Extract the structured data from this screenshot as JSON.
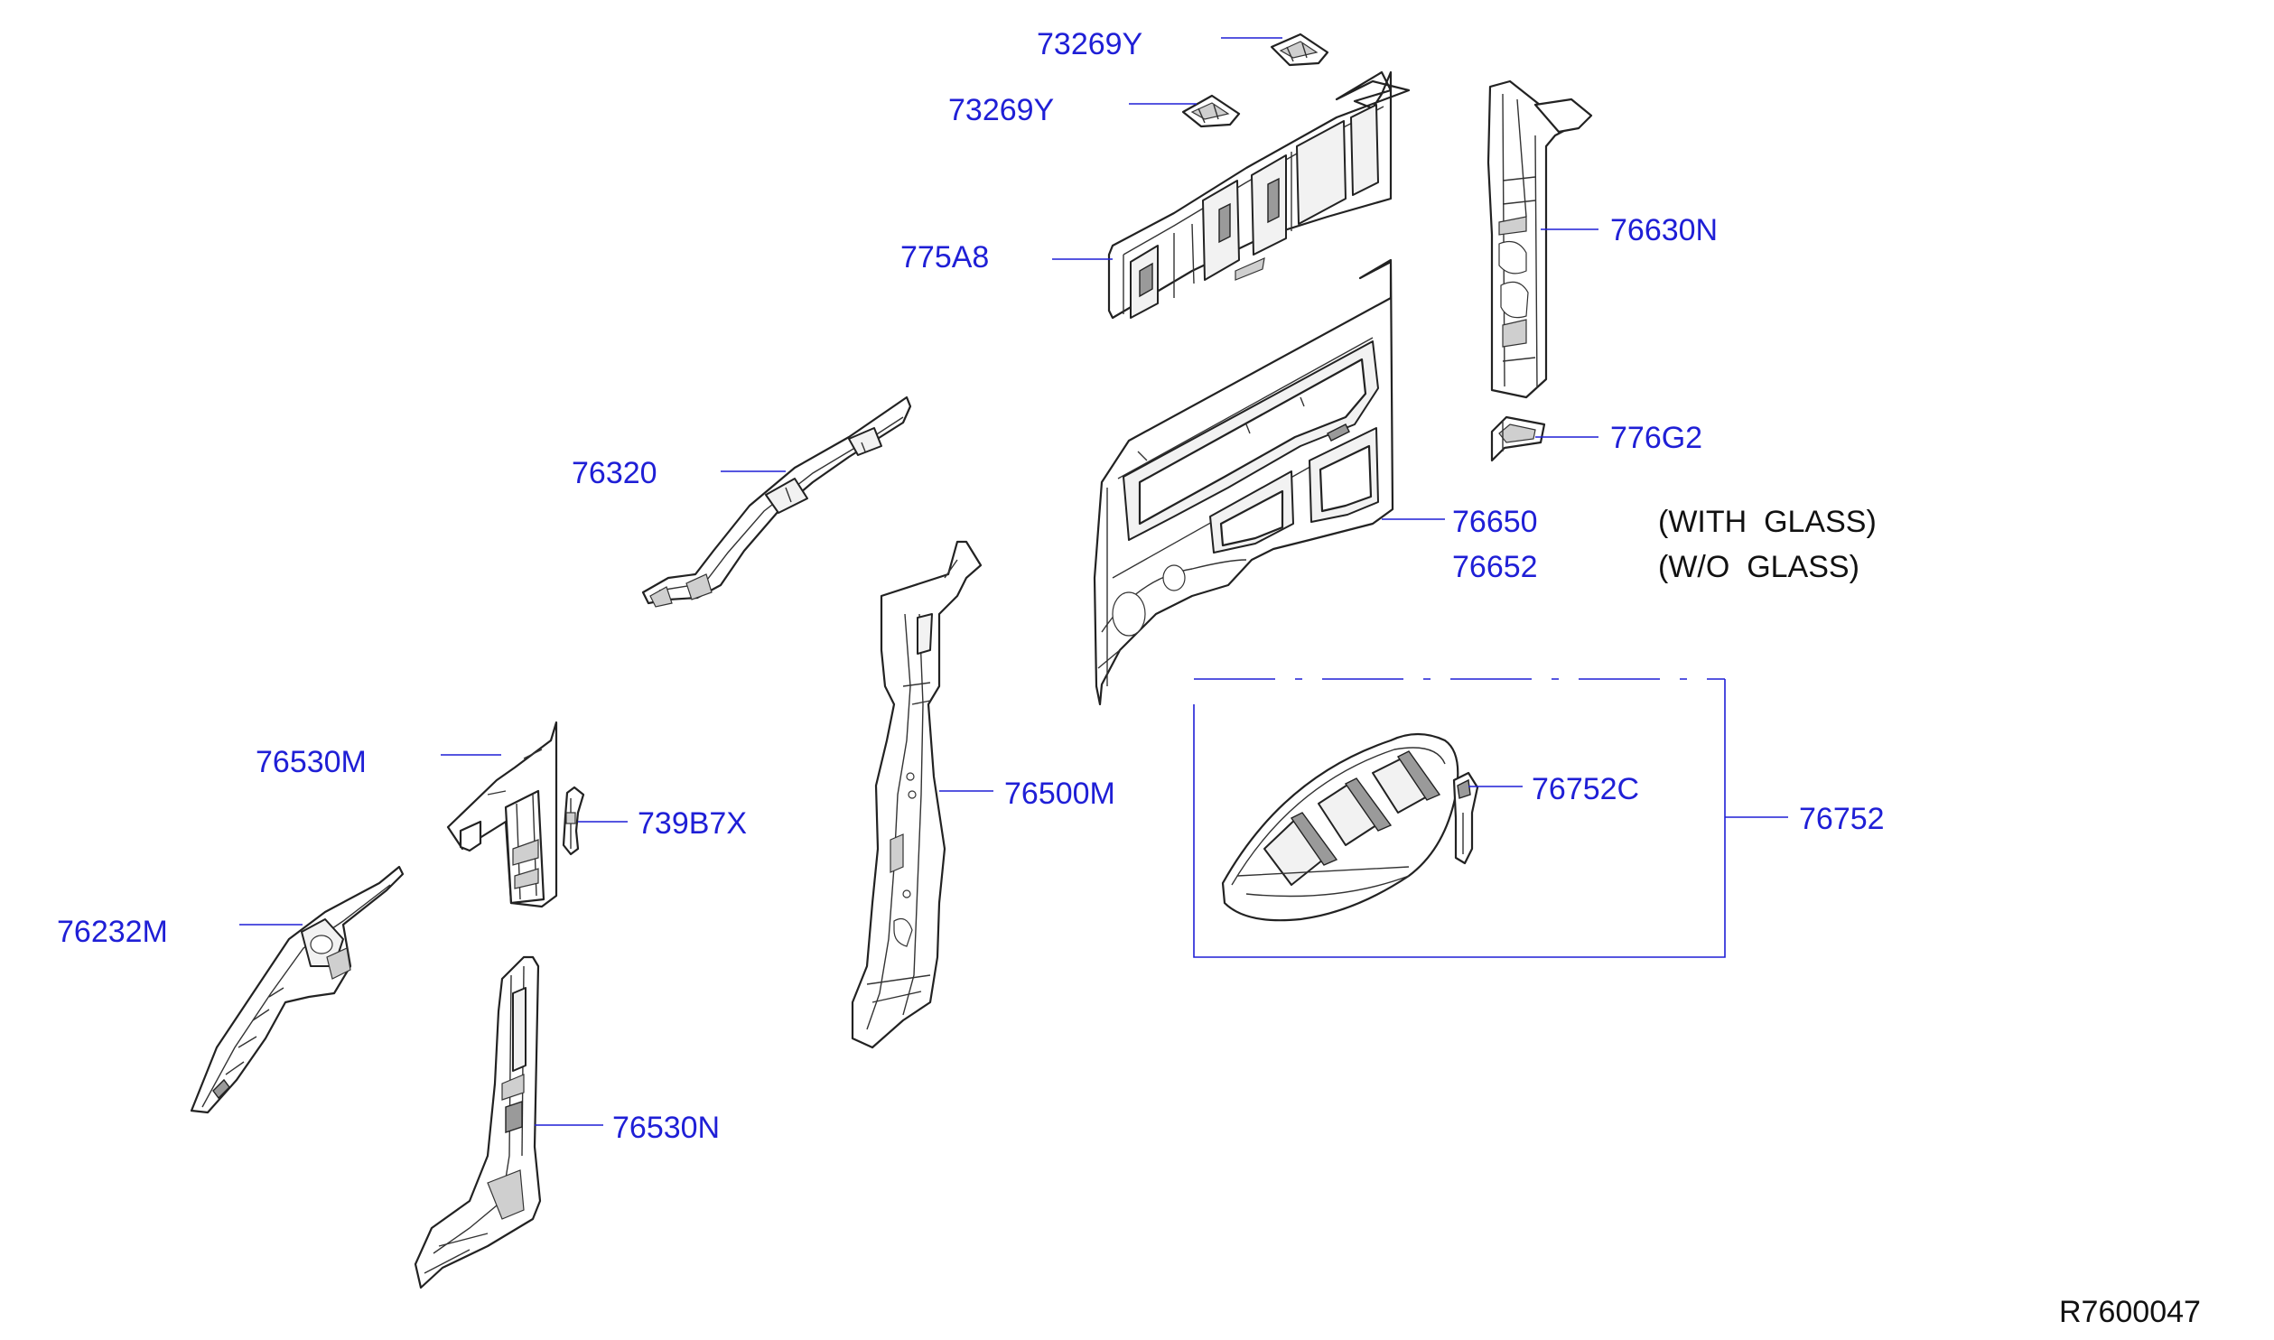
{
  "labels": {
    "p73269y_a": "73269Y",
    "p73269y_b": "73269Y",
    "p775a8": "775A8",
    "p76630n": "76630N",
    "p776g2": "776G2",
    "p76320": "76320",
    "p76650": "76650",
    "p76652": "76652",
    "p76530m": "76530M",
    "p739b7x": "739B7X",
    "p76500m": "76500M",
    "p76752c": "76752C",
    "p76752": "76752",
    "p76232m": "76232M",
    "p76530n": "76530N"
  },
  "notes": {
    "with_glass": "(WITH  GLASS)",
    "wo_glass": "(W/O  GLASS)"
  },
  "reference": "R7600047",
  "colors": {
    "label": "#1f1fd6",
    "line_art": "#222222"
  }
}
